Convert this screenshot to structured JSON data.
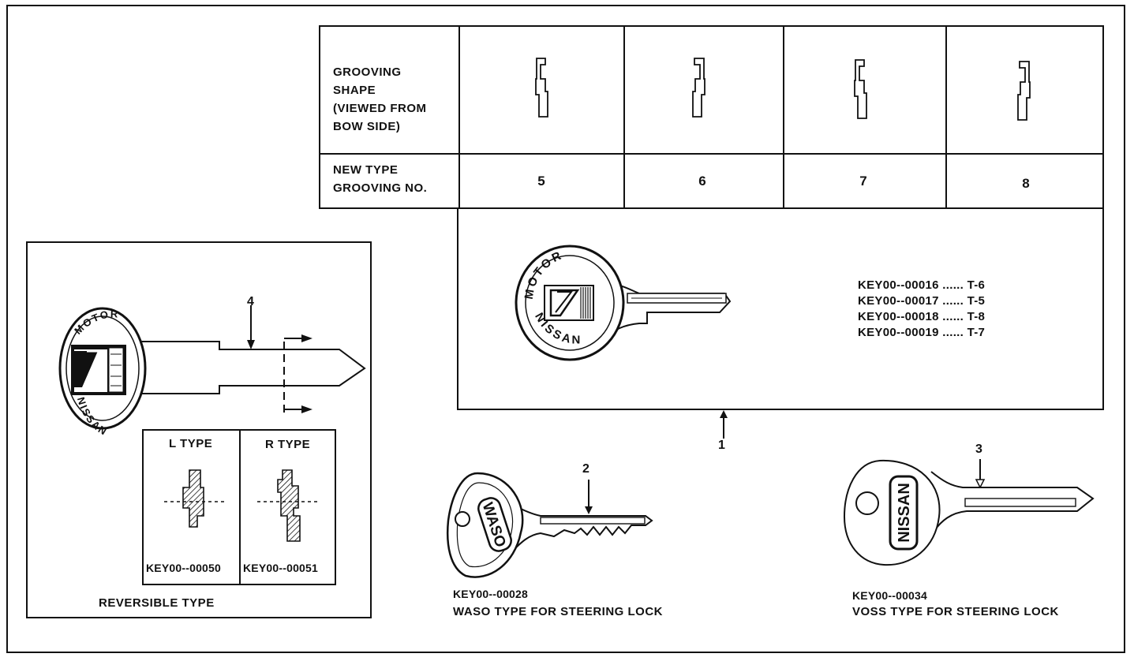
{
  "table": {
    "row1_header": [
      "GROOVING",
      "SHAPE",
      "(VIEWED FROM",
      "BOW SIDE)"
    ],
    "row2_header": [
      "NEW TYPE",
      "GROOVING NO."
    ],
    "grooving_numbers": [
      "5",
      "6",
      "7",
      "8"
    ]
  },
  "key_codes": [
    "KEY00--00016 ...... T-6",
    "KEY00--00017 ...... T-5",
    "KEY00--00018 ...... T-8",
    "KEY00--00019 ...... T-7"
  ],
  "callouts": {
    "c1": "1",
    "c2": "2",
    "c3": "3",
    "c4": "4"
  },
  "key1_logo": {
    "top": "MOTOR",
    "bottom": "NISSAN"
  },
  "key2": {
    "brand": "WASO",
    "part_no": "KEY00--00028",
    "caption": "WASO TYPE FOR STEERING LOCK"
  },
  "key3": {
    "brand": "NISSAN",
    "part_no": "KEY00--00034",
    "caption": "VOSS TYPE FOR STEERING LOCK"
  },
  "key4": {
    "logo_top": "MOTOR",
    "logo_bottom": "NISSAN",
    "l_type": "L TYPE",
    "r_type": "R TYPE",
    "l_part": "KEY00--00050",
    "r_part": "KEY00--00051",
    "caption": "REVERSIBLE TYPE"
  }
}
